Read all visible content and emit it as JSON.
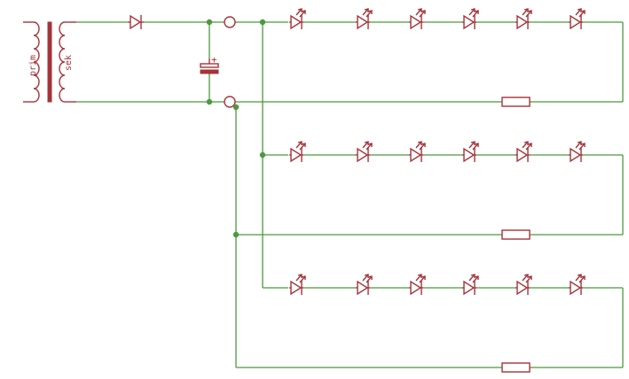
{
  "transformer": {
    "primary_label": "prim",
    "secondary_label": "sek"
  },
  "capacitor": {
    "polarity_mark": "+"
  },
  "led_strings": [
    {
      "led_count": 6
    },
    {
      "led_count": 6
    },
    {
      "led_count": 6
    }
  ],
  "colors": {
    "wire": "#4b9a3c",
    "component": "#a4343a",
    "background": "#ffffff"
  }
}
